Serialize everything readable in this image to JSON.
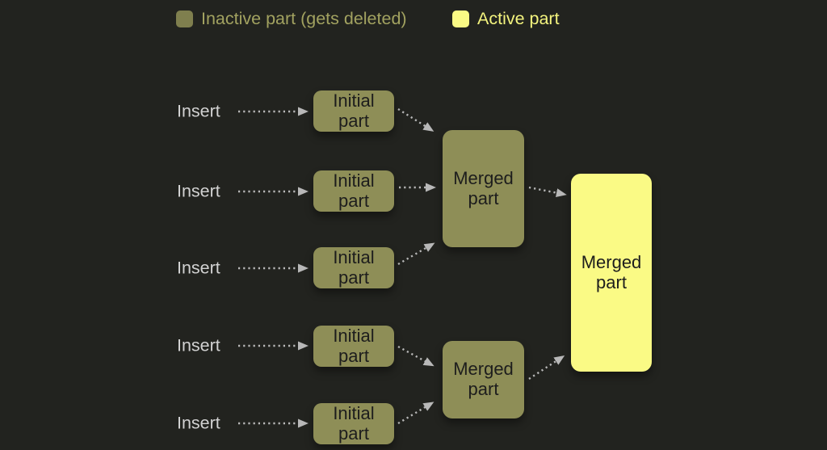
{
  "legend": {
    "inactive_label": "Inactive part (gets deleted)",
    "active_label": "Active part"
  },
  "colors": {
    "background": "#22231f",
    "inactive": "#8e8e57",
    "inactive_swatch": "#7f7f4e",
    "active": "#fafa85",
    "inactive_text": "#a2a260",
    "active_text": "#f4f47e",
    "insert_text": "#d2d2d2",
    "box_text": "#1d1d1d",
    "arrow": "#b8b8b8"
  },
  "nodes": {
    "inserts": [
      {
        "label": "Insert"
      },
      {
        "label": "Insert"
      },
      {
        "label": "Insert"
      },
      {
        "label": "Insert"
      },
      {
        "label": "Insert"
      }
    ],
    "initial_parts": [
      {
        "label": "Initial part"
      },
      {
        "label": "Initial part"
      },
      {
        "label": "Initial part"
      },
      {
        "label": "Initial part"
      },
      {
        "label": "Initial part"
      }
    ],
    "merged_parts": [
      {
        "label": "Merged part"
      },
      {
        "label": "Merged part"
      }
    ],
    "final_part": {
      "label": "Merged part"
    }
  }
}
